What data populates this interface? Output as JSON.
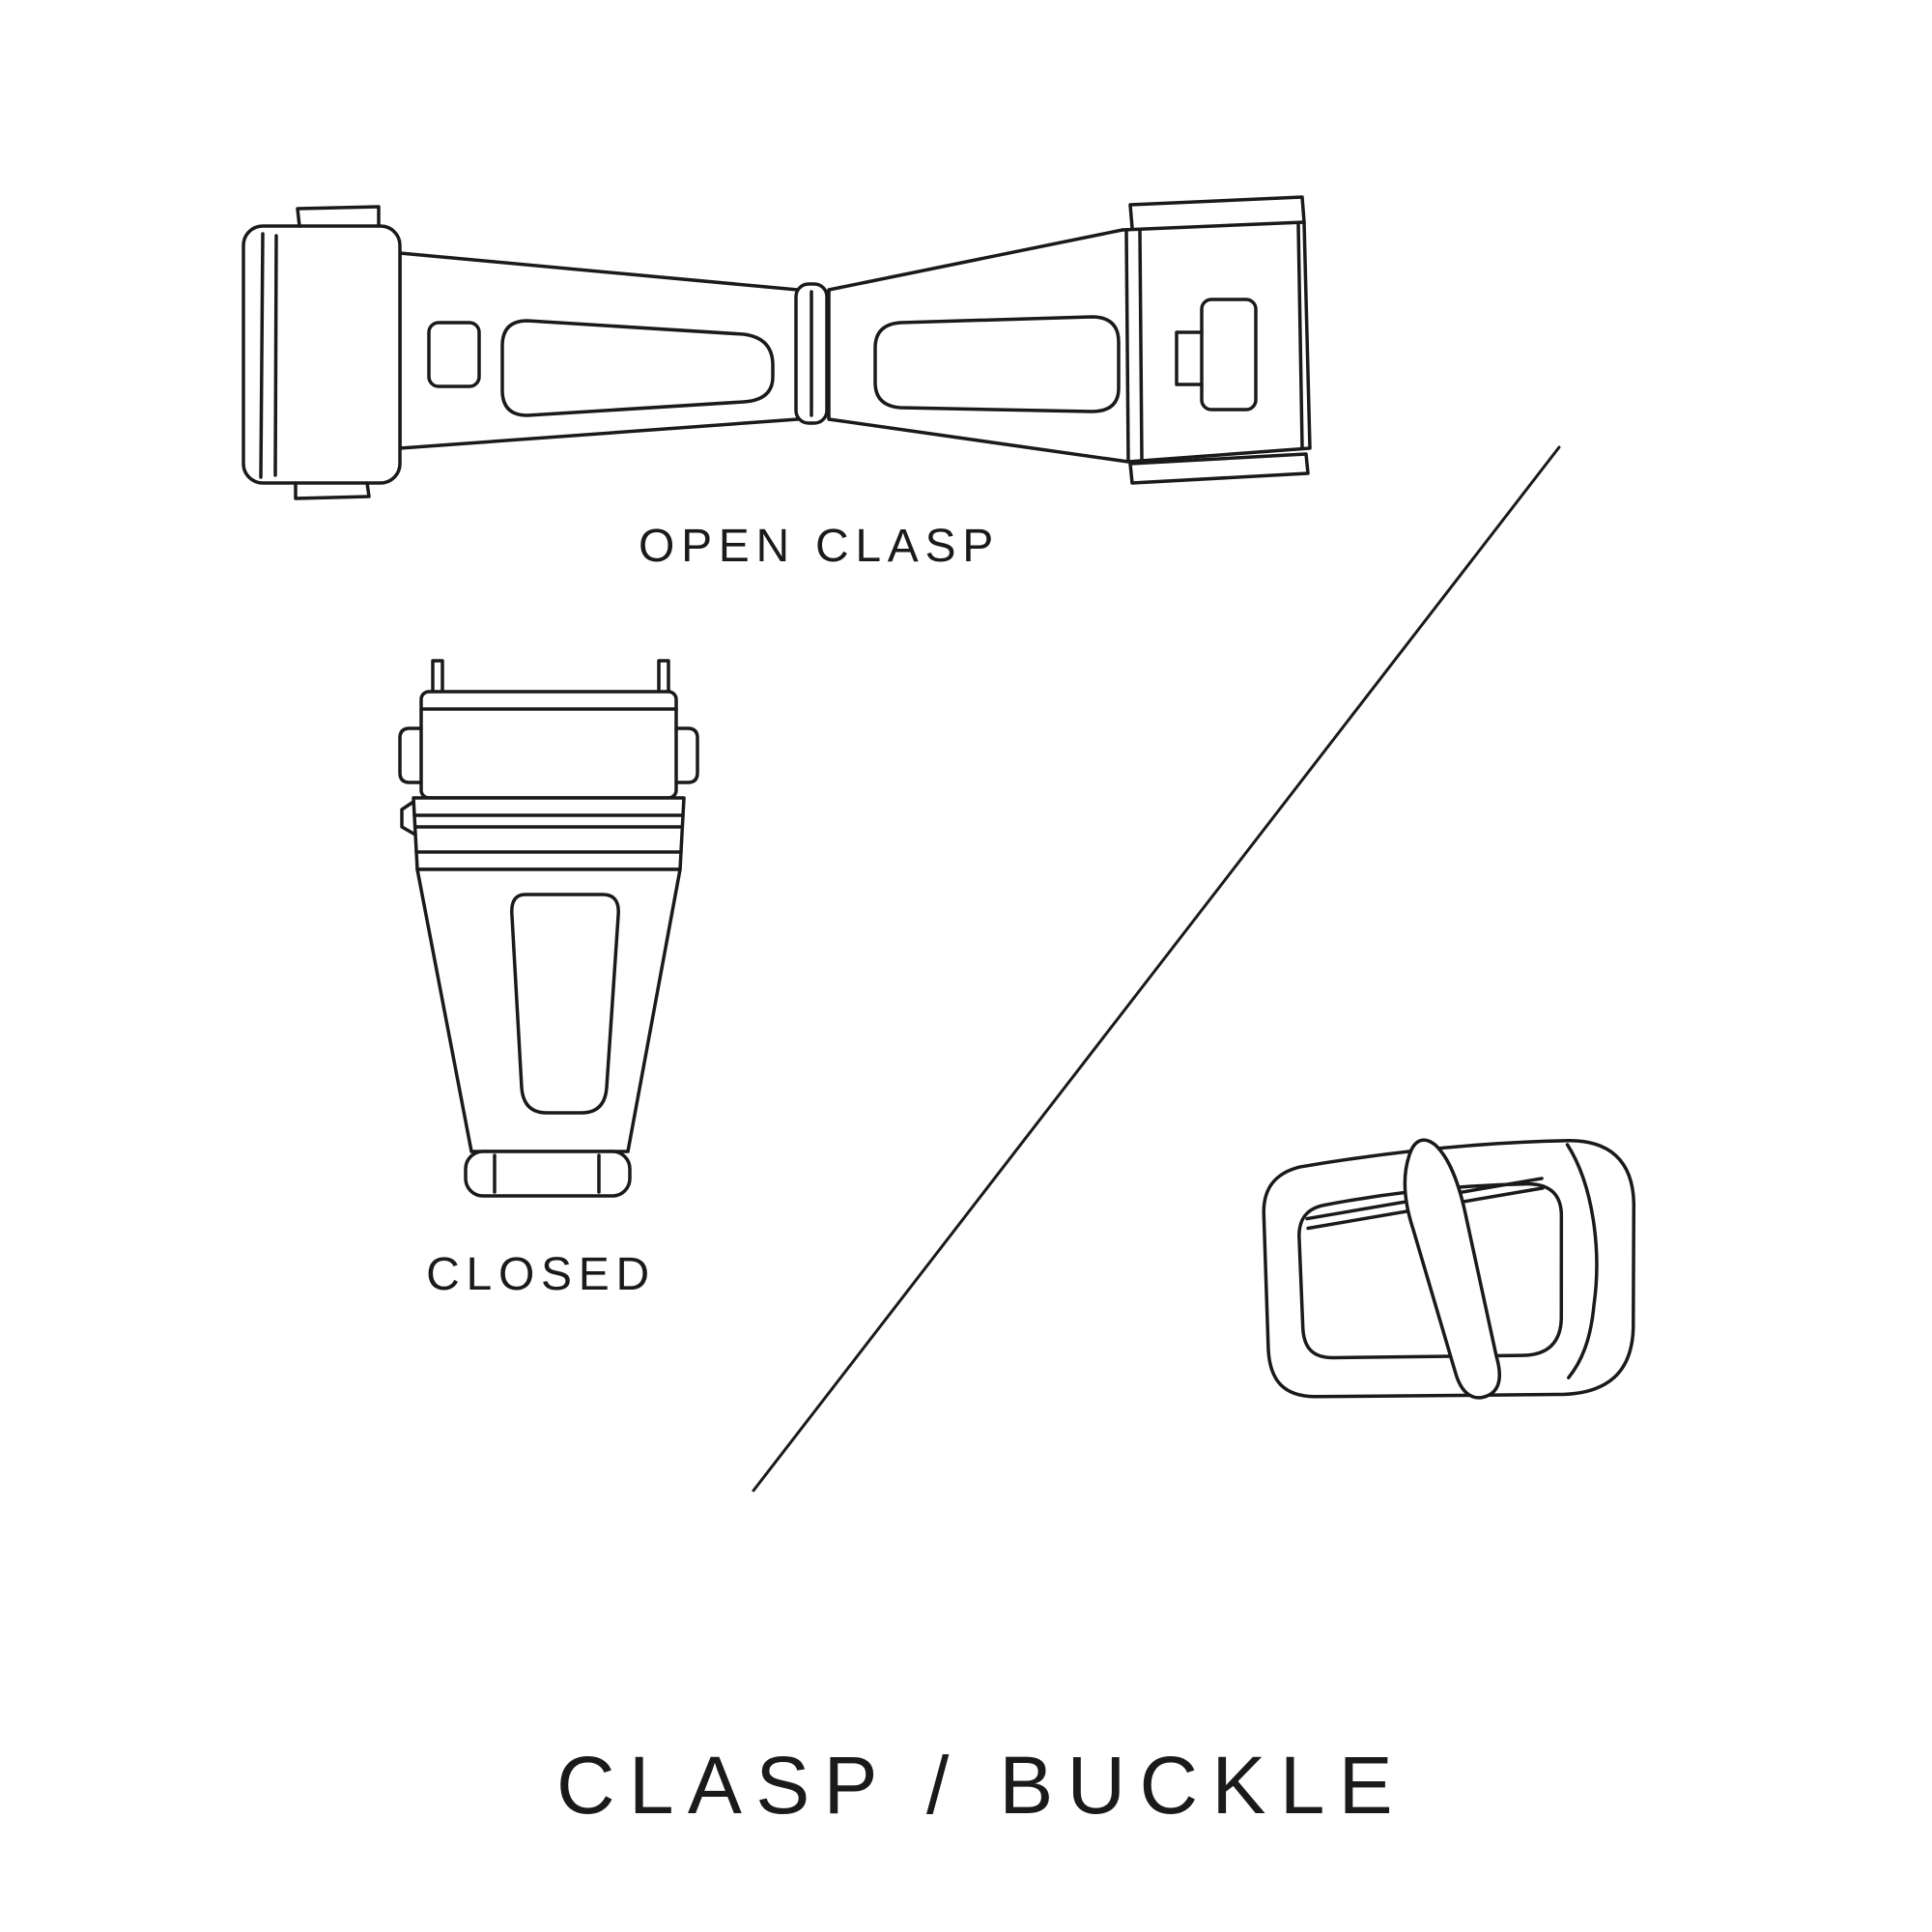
{
  "title": "CLASP / BUCKLE",
  "labels": {
    "open_clasp": "OPEN CLASP",
    "closed": "CLOSED"
  },
  "illustrations": {
    "open_clasp": "open-deployant-clasp-top-view",
    "closed_clasp": "closed-deployant-clasp-front-view",
    "buckle": "tang-buckle-perspective-view"
  },
  "colors": {
    "line": "#1a1a1a",
    "background": "#ffffff"
  }
}
